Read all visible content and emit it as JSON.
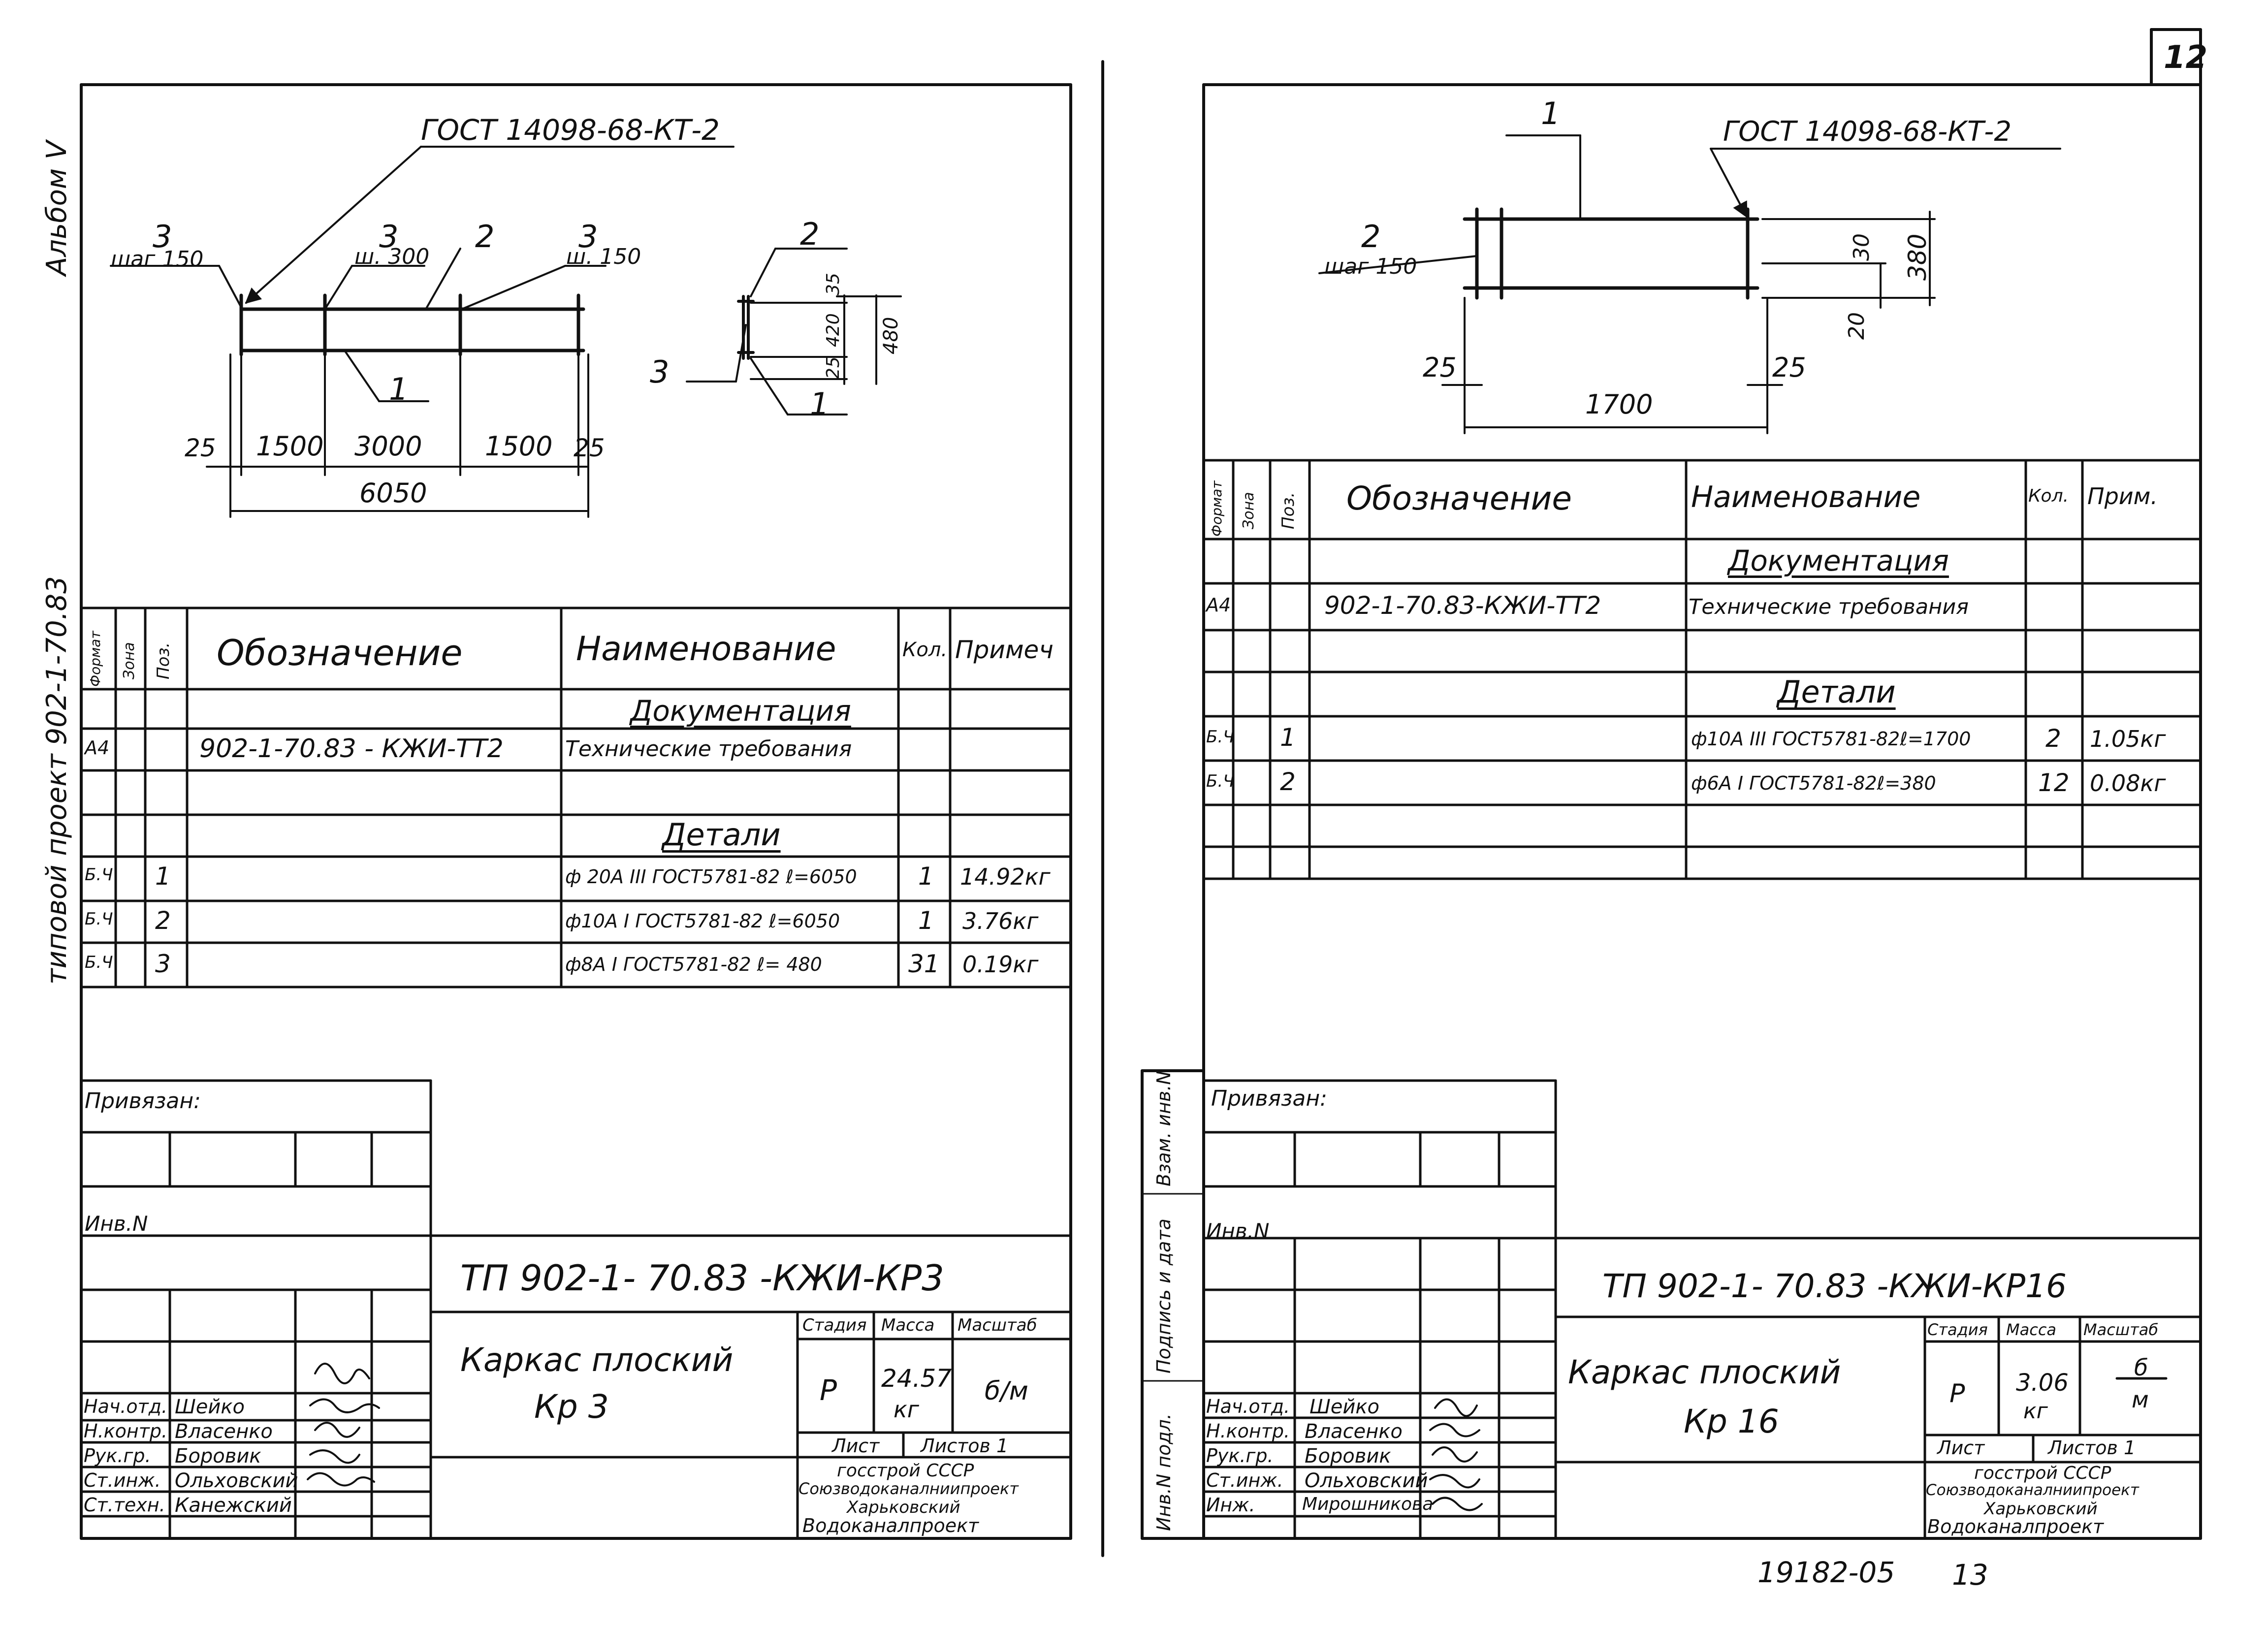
{
  "page_number": "12",
  "bottom_code": "19182-05",
  "bottom_code_tail": "13",
  "left_margin": {
    "album": "Альбом V",
    "project": "типовой проект 902-1-70.83"
  },
  "left_sheet": {
    "gost": "ГОСТ 14098-68-КТ-2",
    "drawing": {
      "lbl_3a": "3",
      "lbl_step150": "шаг 150",
      "lbl_3b": "3",
      "lbl_sh300": "ш. 300",
      "lbl_2": "2",
      "lbl_3c": "3",
      "lbl_sh150": "ш. 150",
      "lbl_1": "1",
      "dim_25a": "25",
      "dim_1500a": "1500",
      "dim_3000": "3000",
      "dim_1500b": "1500",
      "dim_25b": "25",
      "dim_total": "6050",
      "sec_2": "2",
      "sec_3": "3",
      "sec_1": "1",
      "sec_35": "35",
      "sec_420": "420",
      "sec_25": "25",
      "sec_480": "480"
    },
    "spec": {
      "headers": {
        "format": "Формат",
        "zone": "Зона",
        "pos": "Поз.",
        "designation": "Обозначение",
        "name": "Наименование",
        "qty": "Кол.",
        "note": "Примеч"
      },
      "sec_docs": "Документация",
      "doc_row": {
        "format": "А4",
        "designation": "902-1-70.83 - КЖИ-ТТ2",
        "name": "Технические требования"
      },
      "sec_details": "Детали",
      "rows": [
        {
          "format": "Б.Ч",
          "pos": "1",
          "name": "ф 20А III ГОСТ5781-82 ℓ=6050",
          "qty": "1",
          "note": "14.92кг"
        },
        {
          "format": "Б.Ч",
          "pos": "2",
          "name": "ф10А I ГОСТ5781-82 ℓ=6050",
          "qty": "1",
          "note": "3.76кг"
        },
        {
          "format": "Б.Ч",
          "pos": "3",
          "name": "ф8А I ГОСТ5781-82 ℓ= 480",
          "qty": "31",
          "note": "0.19кг"
        }
      ]
    },
    "stamp": {
      "privyazan": "Привязан:",
      "inv": "Инв.N",
      "code": "ТП 902-1- 70.83 -КЖИ-КР3",
      "title_line1": "Каркас плоский",
      "title_line2": "Кр 3",
      "stage_lbl": "Стадия",
      "mass_lbl": "Масса",
      "scale_lbl": "Масштаб",
      "stage": "Р",
      "mass": "24.57",
      "mass_unit": "кг",
      "scale": "б/м",
      "sheet_lbl": "Лист",
      "sheets_lbl": "Листов 1",
      "org1": "госстрой СССР",
      "org2": "Союзводоканалниипроект",
      "org3": "Харьковский",
      "org4": "Водоканалпроект",
      "signers": [
        {
          "role": "Нач.отд.",
          "name": "Шейко"
        },
        {
          "role": "Н.контр.",
          "name": "Власенко"
        },
        {
          "role": "Рук.гр.",
          "name": "Боровик"
        },
        {
          "role": "Ст.инж.",
          "name": "Ольховский"
        },
        {
          "role": "Ст.техн.",
          "name": "Канежский"
        }
      ]
    }
  },
  "right_sheet": {
    "gost": "ГОСТ 14098-68-КТ-2",
    "drawing": {
      "lbl_1": "1",
      "lbl_2": "2",
      "lbl_step150": "шаг 150",
      "dim_30": "30",
      "dim_380": "380",
      "dim_20": "20",
      "dim_25a": "25",
      "dim_25b": "25",
      "dim_1700": "1700"
    },
    "spec": {
      "headers": {
        "format": "Формат",
        "zone": "Зона",
        "pos": "Поз.",
        "designation": "Обозначение",
        "name": "Наименование",
        "qty": "Кол.",
        "note": "Прим."
      },
      "sec_docs": "Документация",
      "doc_row": {
        "format": "А4",
        "designation": "902-1-70.83-КЖИ-ТТ2",
        "name": "Технические требования"
      },
      "sec_details": "Детали",
      "rows": [
        {
          "format": "Б.Ч",
          "pos": "1",
          "name": "ф10А III ГОСТ5781-82ℓ=1700",
          "qty": "2",
          "note": "1.05кг"
        },
        {
          "format": "Б.Ч",
          "pos": "2",
          "name": "ф6А I ГОСТ5781-82ℓ=380",
          "qty": "12",
          "note": "0.08кг"
        }
      ]
    },
    "side_labels": {
      "vzam": "Взам. инв.N",
      "podpis": "Подпись и дата",
      "invpodl": "Инв.N подл."
    },
    "stamp": {
      "privyazan": "Привязан:",
      "inv": "Инв.N",
      "code": "ТП 902-1- 70.83 -КЖИ-КР16",
      "title_line1": "Каркас плоский",
      "title_line2": "Кр 16",
      "stage_lbl": "Стадия",
      "mass_lbl": "Масса",
      "scale_lbl": "Масштаб",
      "stage": "Р",
      "mass": "3.06",
      "mass_unit": "кг",
      "scale_top": "б",
      "scale_bottom": "м",
      "sheet_lbl": "Лист",
      "sheets_lbl": "Листов 1",
      "org1": "госстрой СССР",
      "org2": "Союзводоканалниипроект",
      "org3": "Харьковский",
      "org4": "Водоканалпроект",
      "signers": [
        {
          "role": "Нач.отд.",
          "name": "Шейко"
        },
        {
          "role": "Н.контр.",
          "name": "Власенко"
        },
        {
          "role": "Рук.гр.",
          "name": "Боровик"
        },
        {
          "role": "Ст.инж.",
          "name": "Ольховский"
        },
        {
          "role": "Инж.",
          "name": "Мирошникова"
        }
      ]
    }
  }
}
